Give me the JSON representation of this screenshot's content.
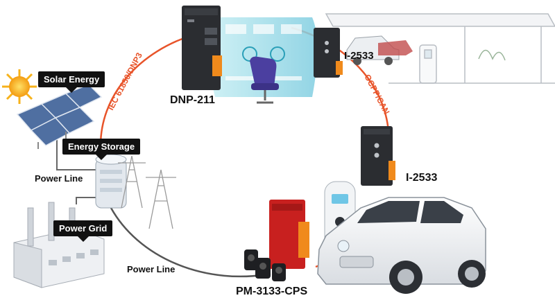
{
  "labels": {
    "solar_energy": "Solar Energy",
    "energy_storage": "Energy Storage",
    "power_grid": "Power Grid",
    "power_line_left": "Power Line",
    "power_line_bottom": "Power Line",
    "dnp211": "DNP-211",
    "i2533_top": "I-2533",
    "i2533_right": "I-2533",
    "pm3133": "PM-3133-CPS",
    "protocol_iec": "IEC 61850/DNP3",
    "protocol_ocpp": "OCPP/CAN"
  },
  "colors": {
    "ring_orange": "#e8542a",
    "ring_gray": "#555555",
    "device_dark": "#2b2d31",
    "device_red": "#c8201f",
    "terminal_orange": "#f08a1c",
    "sun_yellow": "#f7b21a",
    "panel_blue": "#4f6fa1",
    "screen_cyan": "#9ee3ee"
  },
  "icons": [
    "sun-icon",
    "solar-panel-icon",
    "battery-icon",
    "pylon-icon",
    "factory-icon",
    "charging-station-icon",
    "car-icon",
    "office-chair-icon",
    "current-transformer-icon",
    "gear-icon"
  ]
}
